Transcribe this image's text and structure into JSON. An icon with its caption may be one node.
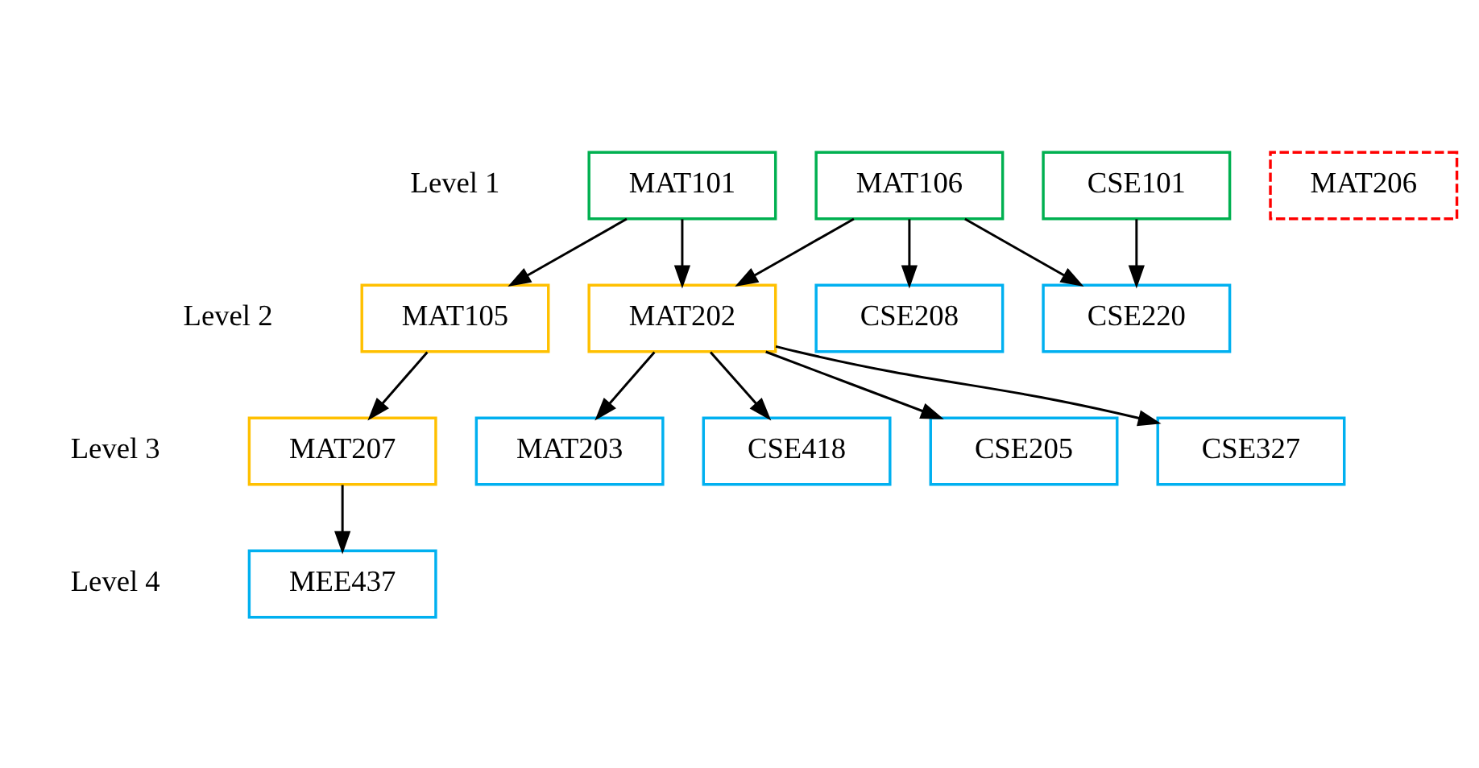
{
  "diagram": {
    "nodes": [
      {
        "text": [
          "MAT101"
        ]
      },
      {
        "text": [
          "MAT106"
        ]
      },
      {
        "text": [
          "CSE101"
        ]
      },
      {
        "text": [
          "MAT206"
        ]
      },
      {
        "text": [
          "MAT105"
        ]
      },
      {
        "text": [
          "MAT202"
        ]
      },
      {
        "text": [
          "CSE208"
        ]
      },
      {
        "text": [
          "CSE220"
        ]
      },
      {
        "text": [
          "MAT207"
        ]
      },
      {
        "text": [
          "MAT203"
        ]
      },
      {
        "text": [
          "CSE205"
        ]
      },
      {
        "text": [
          "CSE327"
        ]
      },
      {
        "text": [
          "CSE418"
        ]
      },
      {
        "text": [
          "MEE437"
        ]
      }
    ],
    "edges": [
      {
        "from": 0,
        "to": 4,
        "arrow": "to"
      },
      {
        "from": 0,
        "to": 5,
        "arrow": "to"
      },
      {
        "from": 1,
        "to": 5,
        "arrow": "to"
      },
      {
        "from": 1,
        "to": 6,
        "arrow": "to"
      },
      {
        "from": 1,
        "to": 7,
        "arrow": "to"
      },
      {
        "from": 2,
        "to": 7,
        "arrow": "to"
      },
      {
        "from": 4,
        "to": 8,
        "arrow": "to"
      },
      {
        "from": 5,
        "to": 9,
        "arrow": "to"
      },
      {
        "from": 5,
        "to": 12,
        "arrow": "to"
      },
      {
        "from": 5,
        "to": 10,
        "arrow": "to"
      },
      {
        "from": 5,
        "to": 11,
        "arrow": "to"
      },
      {
        "from": 8,
        "to": 13,
        "arrow": "to"
      }
    ],
    "labels": [
      "Level 1",
      "Level 2",
      "Level 3",
      "Level 4"
    ]
  }
}
